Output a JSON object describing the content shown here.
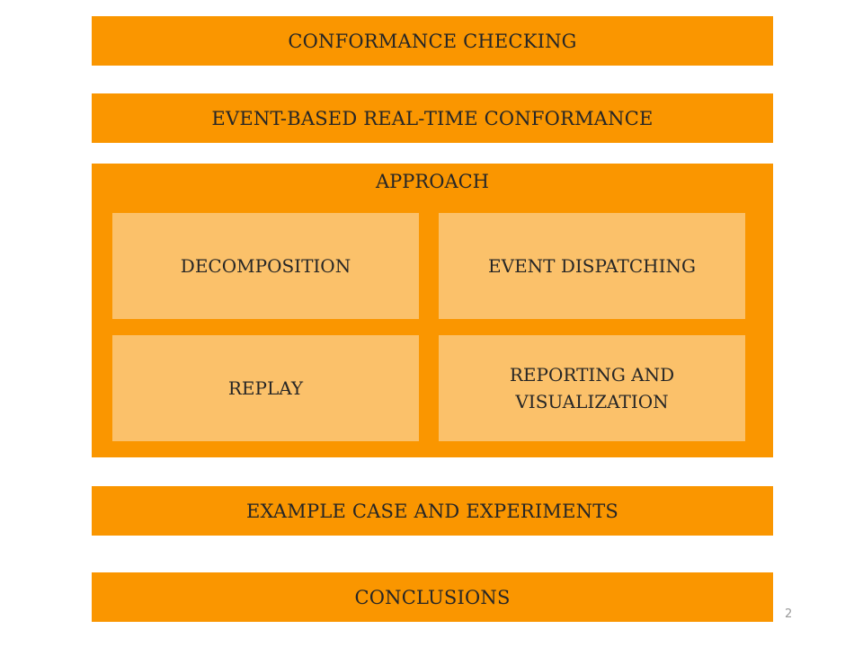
{
  "sections": {
    "conformance": "CONFORMANCE CHECKING",
    "event_based": "EVENT-BASED REAL-TIME CONFORMANCE",
    "approach": {
      "title": "APPROACH",
      "items": [
        "DECOMPOSITION",
        "EVENT DISPATCHING",
        "REPLAY",
        "REPORTING AND\nVISUALIZATION"
      ]
    },
    "example": "EXAMPLE CASE AND EXPERIMENTS",
    "conclusions": "CONCLUSIONS"
  },
  "page_number": "2",
  "colors": {
    "bar": "#fa9600",
    "cell": "#fbc16a",
    "text": "#262626"
  }
}
